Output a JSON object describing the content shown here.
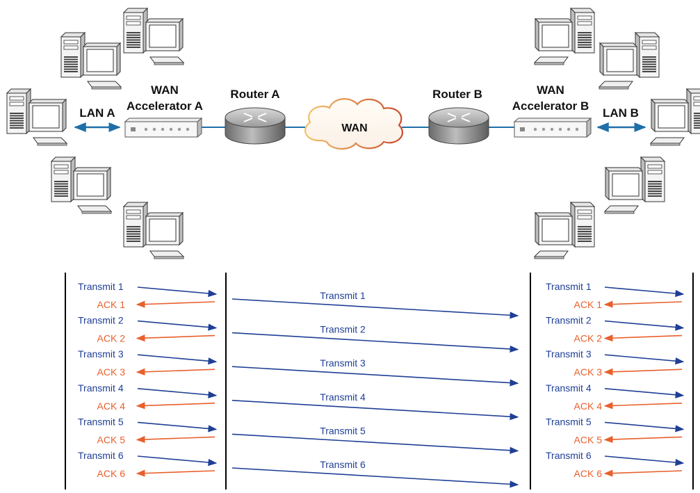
{
  "network": {
    "lan_a": "LAN A",
    "lan_b": "LAN B",
    "accel_a_line1": "WAN",
    "accel_a_line2": "Accelerator A",
    "accel_b_line1": "WAN",
    "accel_b_line2": "Accelerator B",
    "router_a": "Router A",
    "router_b": "Router B",
    "wan": "WAN"
  },
  "sequence": {
    "transmit_labels": [
      "Transmit 1",
      "Transmit 2",
      "Transmit 3",
      "Transmit 4",
      "Transmit 5",
      "Transmit 6"
    ],
    "ack_labels": [
      "ACK 1",
      "ACK 2",
      "ACK 3",
      "ACK 4",
      "ACK 5",
      "ACK 6"
    ]
  },
  "colors": {
    "transmit": "#1f3f95",
    "ack": "#e8602c",
    "link": "#1f6fa8",
    "lifeline": "#000000"
  }
}
